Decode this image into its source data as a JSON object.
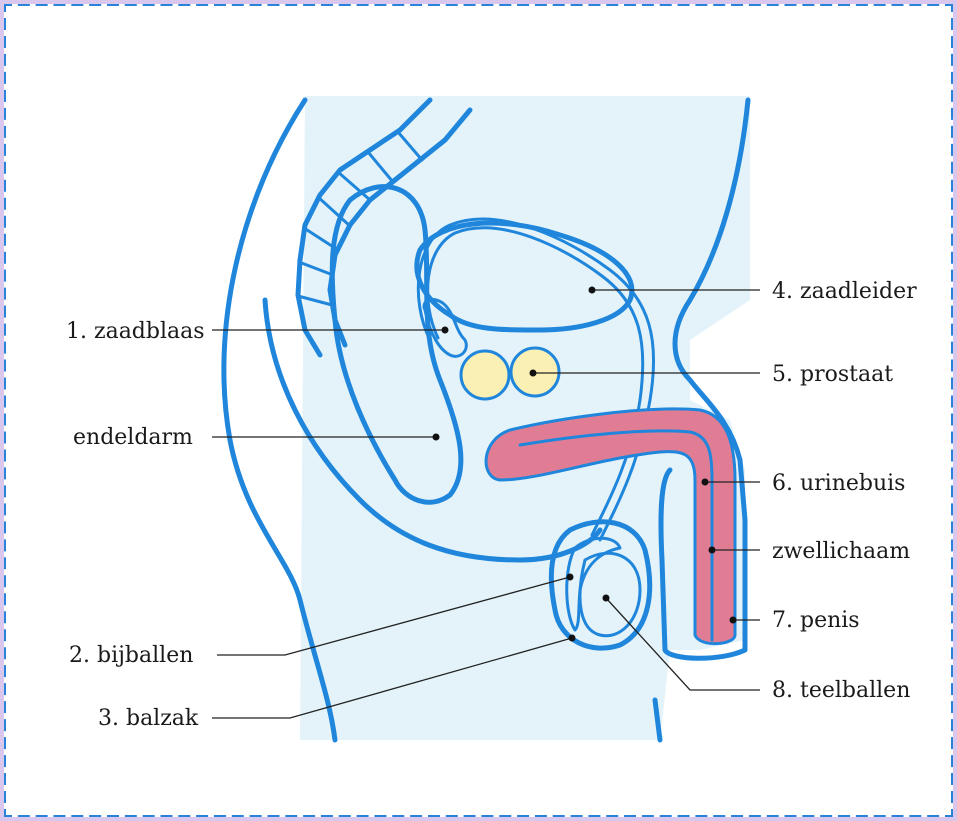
{
  "labels": {
    "zaadblaas": "1. zaadblaas",
    "endeldarm": "endeldarm",
    "bijballen": "2. bijballen",
    "balzak": "3. balzak",
    "zaadleider": "4. zaadleider",
    "prostaat": "5. prostaat",
    "urinebuis": "6. urinebuis",
    "zwellichaam": "zwellichaam",
    "penis": "7. penis",
    "teelballen": "8. teelballen"
  },
  "colors": {
    "outline": "#1f86dc",
    "body_fill": "#e3f3f9",
    "bladder": "#f8e9f2",
    "prostate": "#fbf0b3",
    "urethra": "#e07d95",
    "testis": "#f9f0b4",
    "epididymis": "#f6dbe8",
    "frame": "#2a83d8"
  }
}
